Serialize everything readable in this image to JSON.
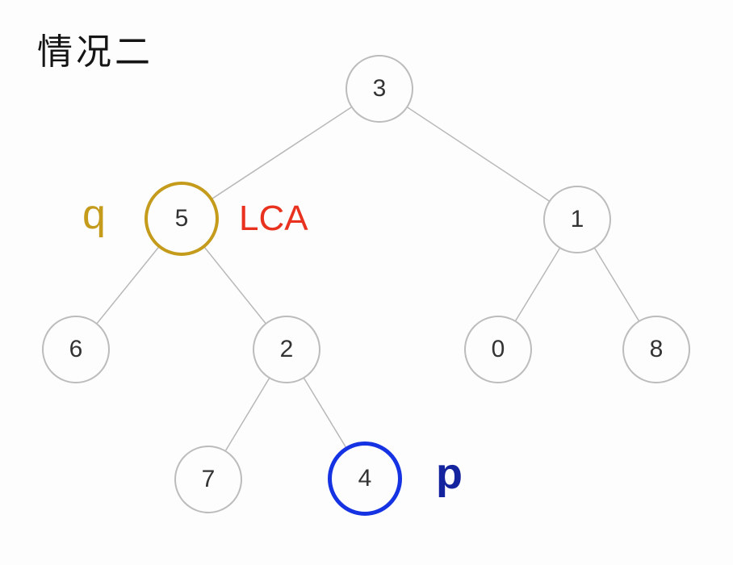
{
  "title": "情况二",
  "diagram": {
    "type": "binary-tree",
    "nodes": [
      {
        "value": "3",
        "role": "root"
      },
      {
        "value": "5",
        "role": "q-node",
        "highlight_color": "#C49B1B"
      },
      {
        "value": "1",
        "role": "normal"
      },
      {
        "value": "6",
        "role": "normal"
      },
      {
        "value": "2",
        "role": "normal"
      },
      {
        "value": "0",
        "role": "normal"
      },
      {
        "value": "8",
        "role": "normal"
      },
      {
        "value": "7",
        "role": "normal"
      },
      {
        "value": "4",
        "role": "p-node",
        "highlight_color": "#1532E3"
      }
    ],
    "edges": [
      [
        "3",
        "5"
      ],
      [
        "3",
        "1"
      ],
      [
        "5",
        "6"
      ],
      [
        "5",
        "2"
      ],
      [
        "1",
        "0"
      ],
      [
        "1",
        "8"
      ],
      [
        "2",
        "7"
      ],
      [
        "2",
        "4"
      ]
    ],
    "annotations": {
      "q": {
        "text": "q",
        "color": "#C49B1B"
      },
      "lca": {
        "text": "LCA",
        "color": "#E8321F"
      },
      "p": {
        "text": "p",
        "color": "#14249E"
      }
    },
    "colors": {
      "node_border": "#bcbcbc",
      "edge": "#b8b8b8",
      "background": "#fdfdfd"
    }
  }
}
